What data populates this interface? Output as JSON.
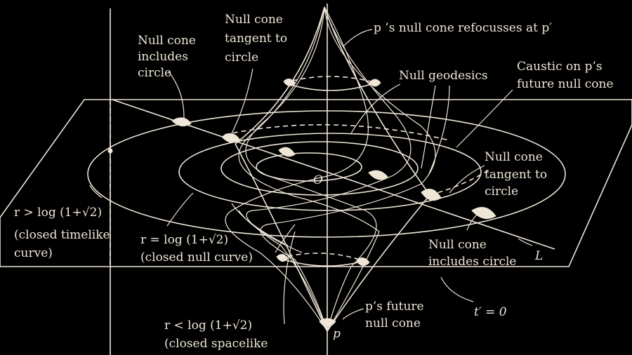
{
  "labels": {
    "null_cone_includes_circle_top": [
      "Null cone",
      "includes",
      "circle"
    ],
    "null_cone_tangent_top": [
      "Null cone",
      "tangent to",
      "circle"
    ],
    "refocus": "p ’s null cone refocusses at p′",
    "null_geodesics": "Null geodesics",
    "caustic": [
      "Caustic on p’s",
      "future null cone"
    ],
    "null_cone_tangent_right": [
      "Null cone",
      "tangent to",
      "circle"
    ],
    "r_gt": [
      "r > log (1+√2)",
      "(closed timelike",
      "curve)"
    ],
    "r_eq": [
      "r = log (1+√2)",
      "(closed null curve)"
    ],
    "r_lt": [
      "r < log (1+√2)",
      "(closed spacelike"
    ],
    "origin": "O",
    "line_L": "L",
    "null_cone_includes_circle_bottom": [
      "Null cone",
      "includes circle"
    ],
    "future_null_cone": [
      "p’s future",
      "null cone"
    ],
    "point_p": "p",
    "t_prime": "t′ = 0"
  }
}
